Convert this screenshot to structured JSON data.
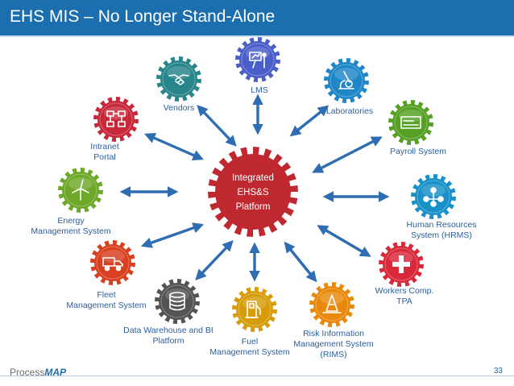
{
  "header": {
    "title": "EHS MIS – No Longer Stand-Alone"
  },
  "center": {
    "lines": [
      "Integrated",
      "EHS&S",
      "Platform"
    ],
    "color": "#c0282f"
  },
  "nodes": {
    "lms": {
      "label": "LMS",
      "color": "#4a5ec9",
      "icon": "presentation-icon"
    },
    "vendors": {
      "label": "Vendors",
      "color": "#28858c",
      "icon": "handshake-icon"
    },
    "laboratories": {
      "label": "Laboratories",
      "color": "#1f86c8",
      "icon": "microscope-icon"
    },
    "intranet": {
      "label_lines": [
        "Intranet",
        "Portal"
      ],
      "color": "#c7283a",
      "icon": "network-icon"
    },
    "payroll": {
      "label": "Payroll System",
      "color": "#56a025",
      "icon": "payslip-icon"
    },
    "energy": {
      "label_lines": [
        "Energy",
        "Management System"
      ],
      "color": "#6da828",
      "icon": "wind-turbine-icon"
    },
    "hrms": {
      "label_lines": [
        "Human Resources",
        "System (HRMS)"
      ],
      "color": "#1890c8",
      "icon": "people-network-icon"
    },
    "fleet": {
      "label_lines": [
        "Fleet",
        "Management System"
      ],
      "color": "#d9401f",
      "icon": "truck-icon"
    },
    "workers_comp": {
      "label_lines": [
        "Workers Comp.",
        "TPA"
      ],
      "color": "#d8283a",
      "icon": "medical-cross-icon"
    },
    "data_warehouse": {
      "label_lines": [
        "Data Warehouse and BI",
        "Platform"
      ],
      "color": "#545454",
      "icon": "database-icon"
    },
    "fuel": {
      "label_lines": [
        "Fuel",
        "Management System"
      ],
      "color": "#d79c0a",
      "icon": "fuel-pump-icon"
    },
    "rims": {
      "label_lines": [
        "Risk Information",
        "Management System",
        "(RIMS)"
      ],
      "color": "#e8890c",
      "icon": "traffic-cone-icon"
    }
  },
  "arrow_color": "#2e6db2",
  "footer": {
    "logo_process": "Process",
    "logo_map": "MAP",
    "page_number": "33"
  }
}
